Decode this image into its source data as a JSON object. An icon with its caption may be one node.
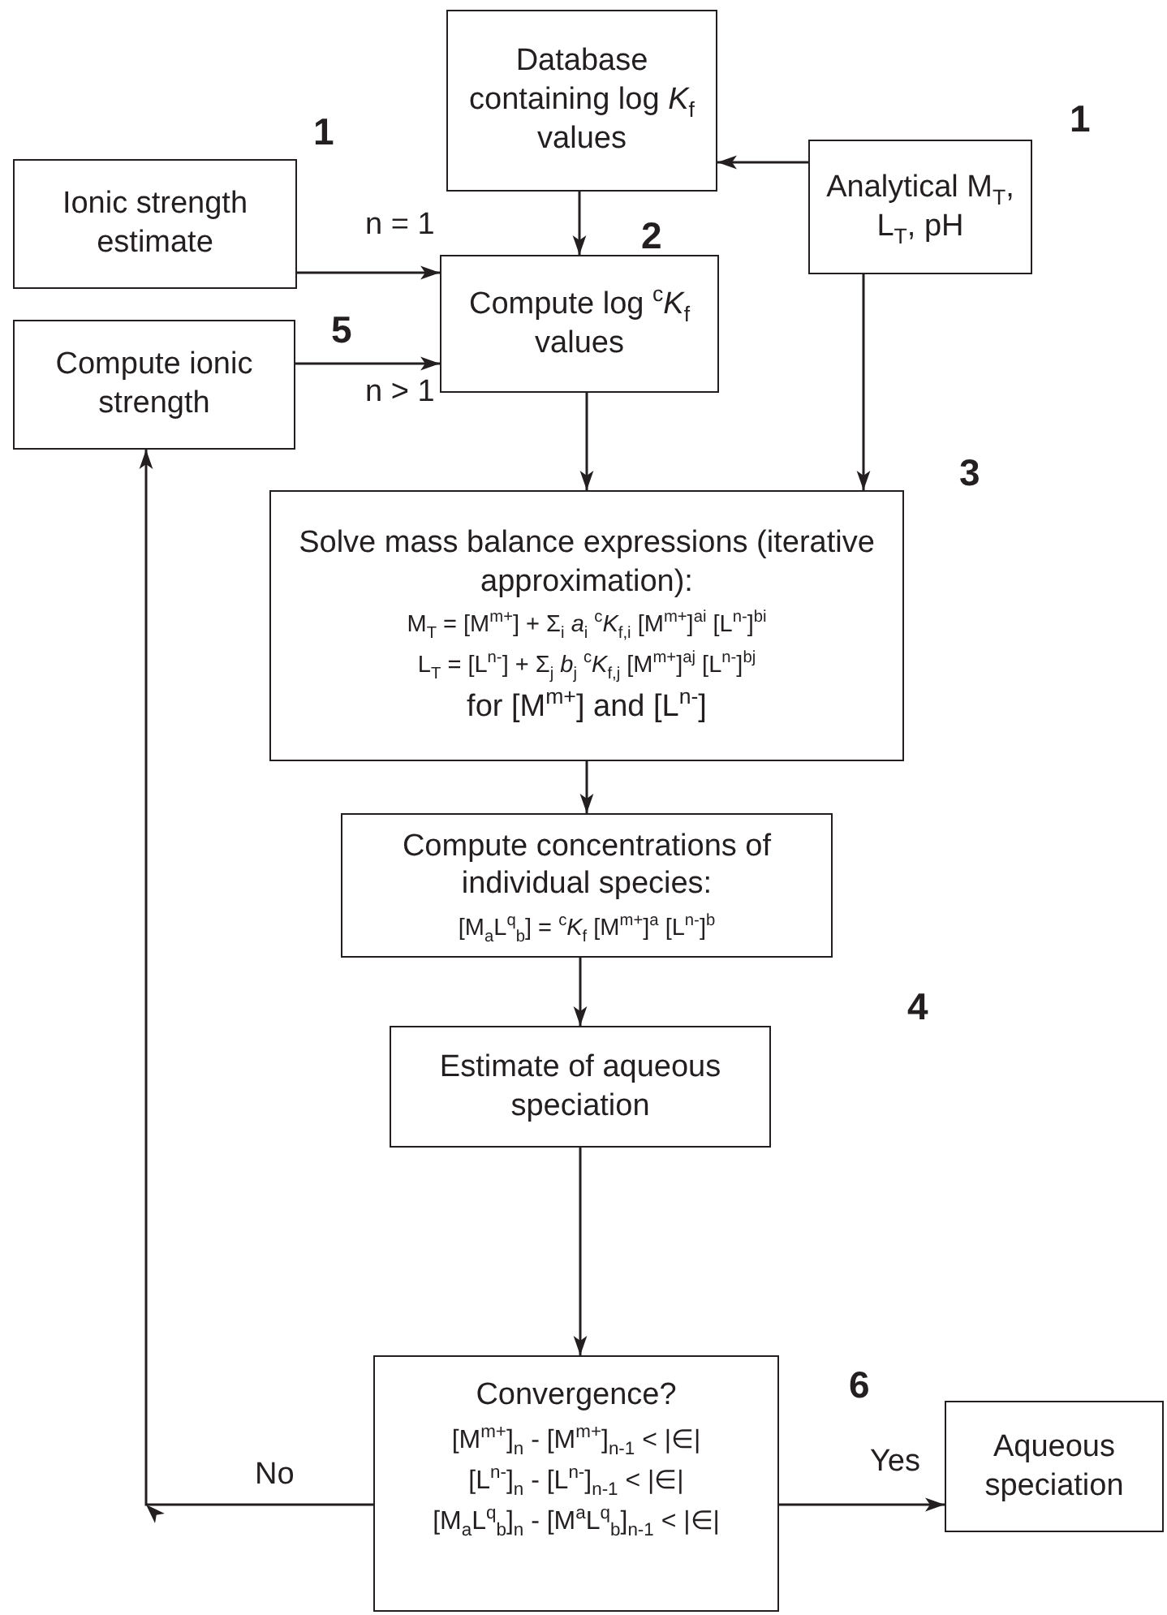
{
  "diagram": {
    "nodes": [
      {
        "text": [
          "Database containing log *K*$_{f}$ values"
        ]
      },
      {
        "text": [
          "Ionic strength estimate"
        ]
      },
      {
        "text": [
          "Analytical M$_{T}$, L$_{T}$, pH"
        ]
      },
      {
        "text": [
          "Compute log $^{c}$*K*$_{f}$ values"
        ]
      },
      {
        "text": [
          "Compute ionic strength"
        ]
      },
      {
        "text": [
          "Solve mass balance expressions (iterative approximation):",
          "M$_{T}$ = [M$^{m+}$] + Σ$_{i}$ *a*$_{i}$ $^{c}$*K*$_{f,i}$ [M$^{m+}$]$^{ai}$ [L$^{n-}$]$^{bi}$",
          "L$_{T}$ = [L$^{n-}$] + Σ$_{j}$ *b*$_{j}$ $^{c}$*K*$_{f,j}$ [M$^{m+}$]$^{aj}$ [L$^{n-}$]$^{bj}$",
          "for [M$^{m+}$] and [L$^{n-}$]"
        ]
      },
      {
        "text": [
          "Compute concentrations of individual species:",
          "[M$_{a}$L$^{q}$$_{b}$] = $^{c}$*K*$_{f}$ [M$^{m+}$]$^{a}$ [L$^{n-}$]$^{b}$"
        ]
      },
      {
        "text": [
          "Estimate of aqueous speciation"
        ]
      },
      {
        "text": [
          "Convergence?",
          "[M$^{m+}$]$_{n}$ - [M$^{m+}$]$_{n-1}$ < |∈|",
          "[L$^{n-}$]$_{n}$ - [L$^{n-}$]$_{n-1}$ < |∈|",
          "[M$_{a}$L$^{q}$$_{b}$]$_{n}$ - [M$^{a}$L$^{q}$$_{b}$]$_{n-1}$ < |∈|"
        ]
      },
      {
        "text": [
          "Aqueous speciation"
        ]
      }
    ],
    "edges": [
      {
        "from": 2,
        "to": 0,
        "arrow": "to"
      },
      {
        "from": 0,
        "to": 3,
        "arrow": "to"
      },
      {
        "from": 1,
        "to": 3,
        "arrow": "to",
        "label": "n = 1"
      },
      {
        "from": 4,
        "to": 3,
        "arrow": "to",
        "label": "n > 1"
      },
      {
        "from": 3,
        "to": 5,
        "arrow": "to"
      },
      {
        "from": 2,
        "to": 5,
        "arrow": "to"
      },
      {
        "from": 5,
        "to": 6,
        "arrow": "to"
      },
      {
        "from": 6,
        "to": 7,
        "arrow": "to"
      },
      {
        "from": 7,
        "to": 8,
        "arrow": "to"
      },
      {
        "from": 8,
        "to": 4,
        "arrow": "to",
        "label": "No"
      },
      {
        "from": 8,
        "to": 9,
        "arrow": "to",
        "label": "Yes"
      }
    ],
    "labels": [
      "1",
      "1",
      "2",
      "5",
      "3",
      "4",
      "6"
    ]
  }
}
